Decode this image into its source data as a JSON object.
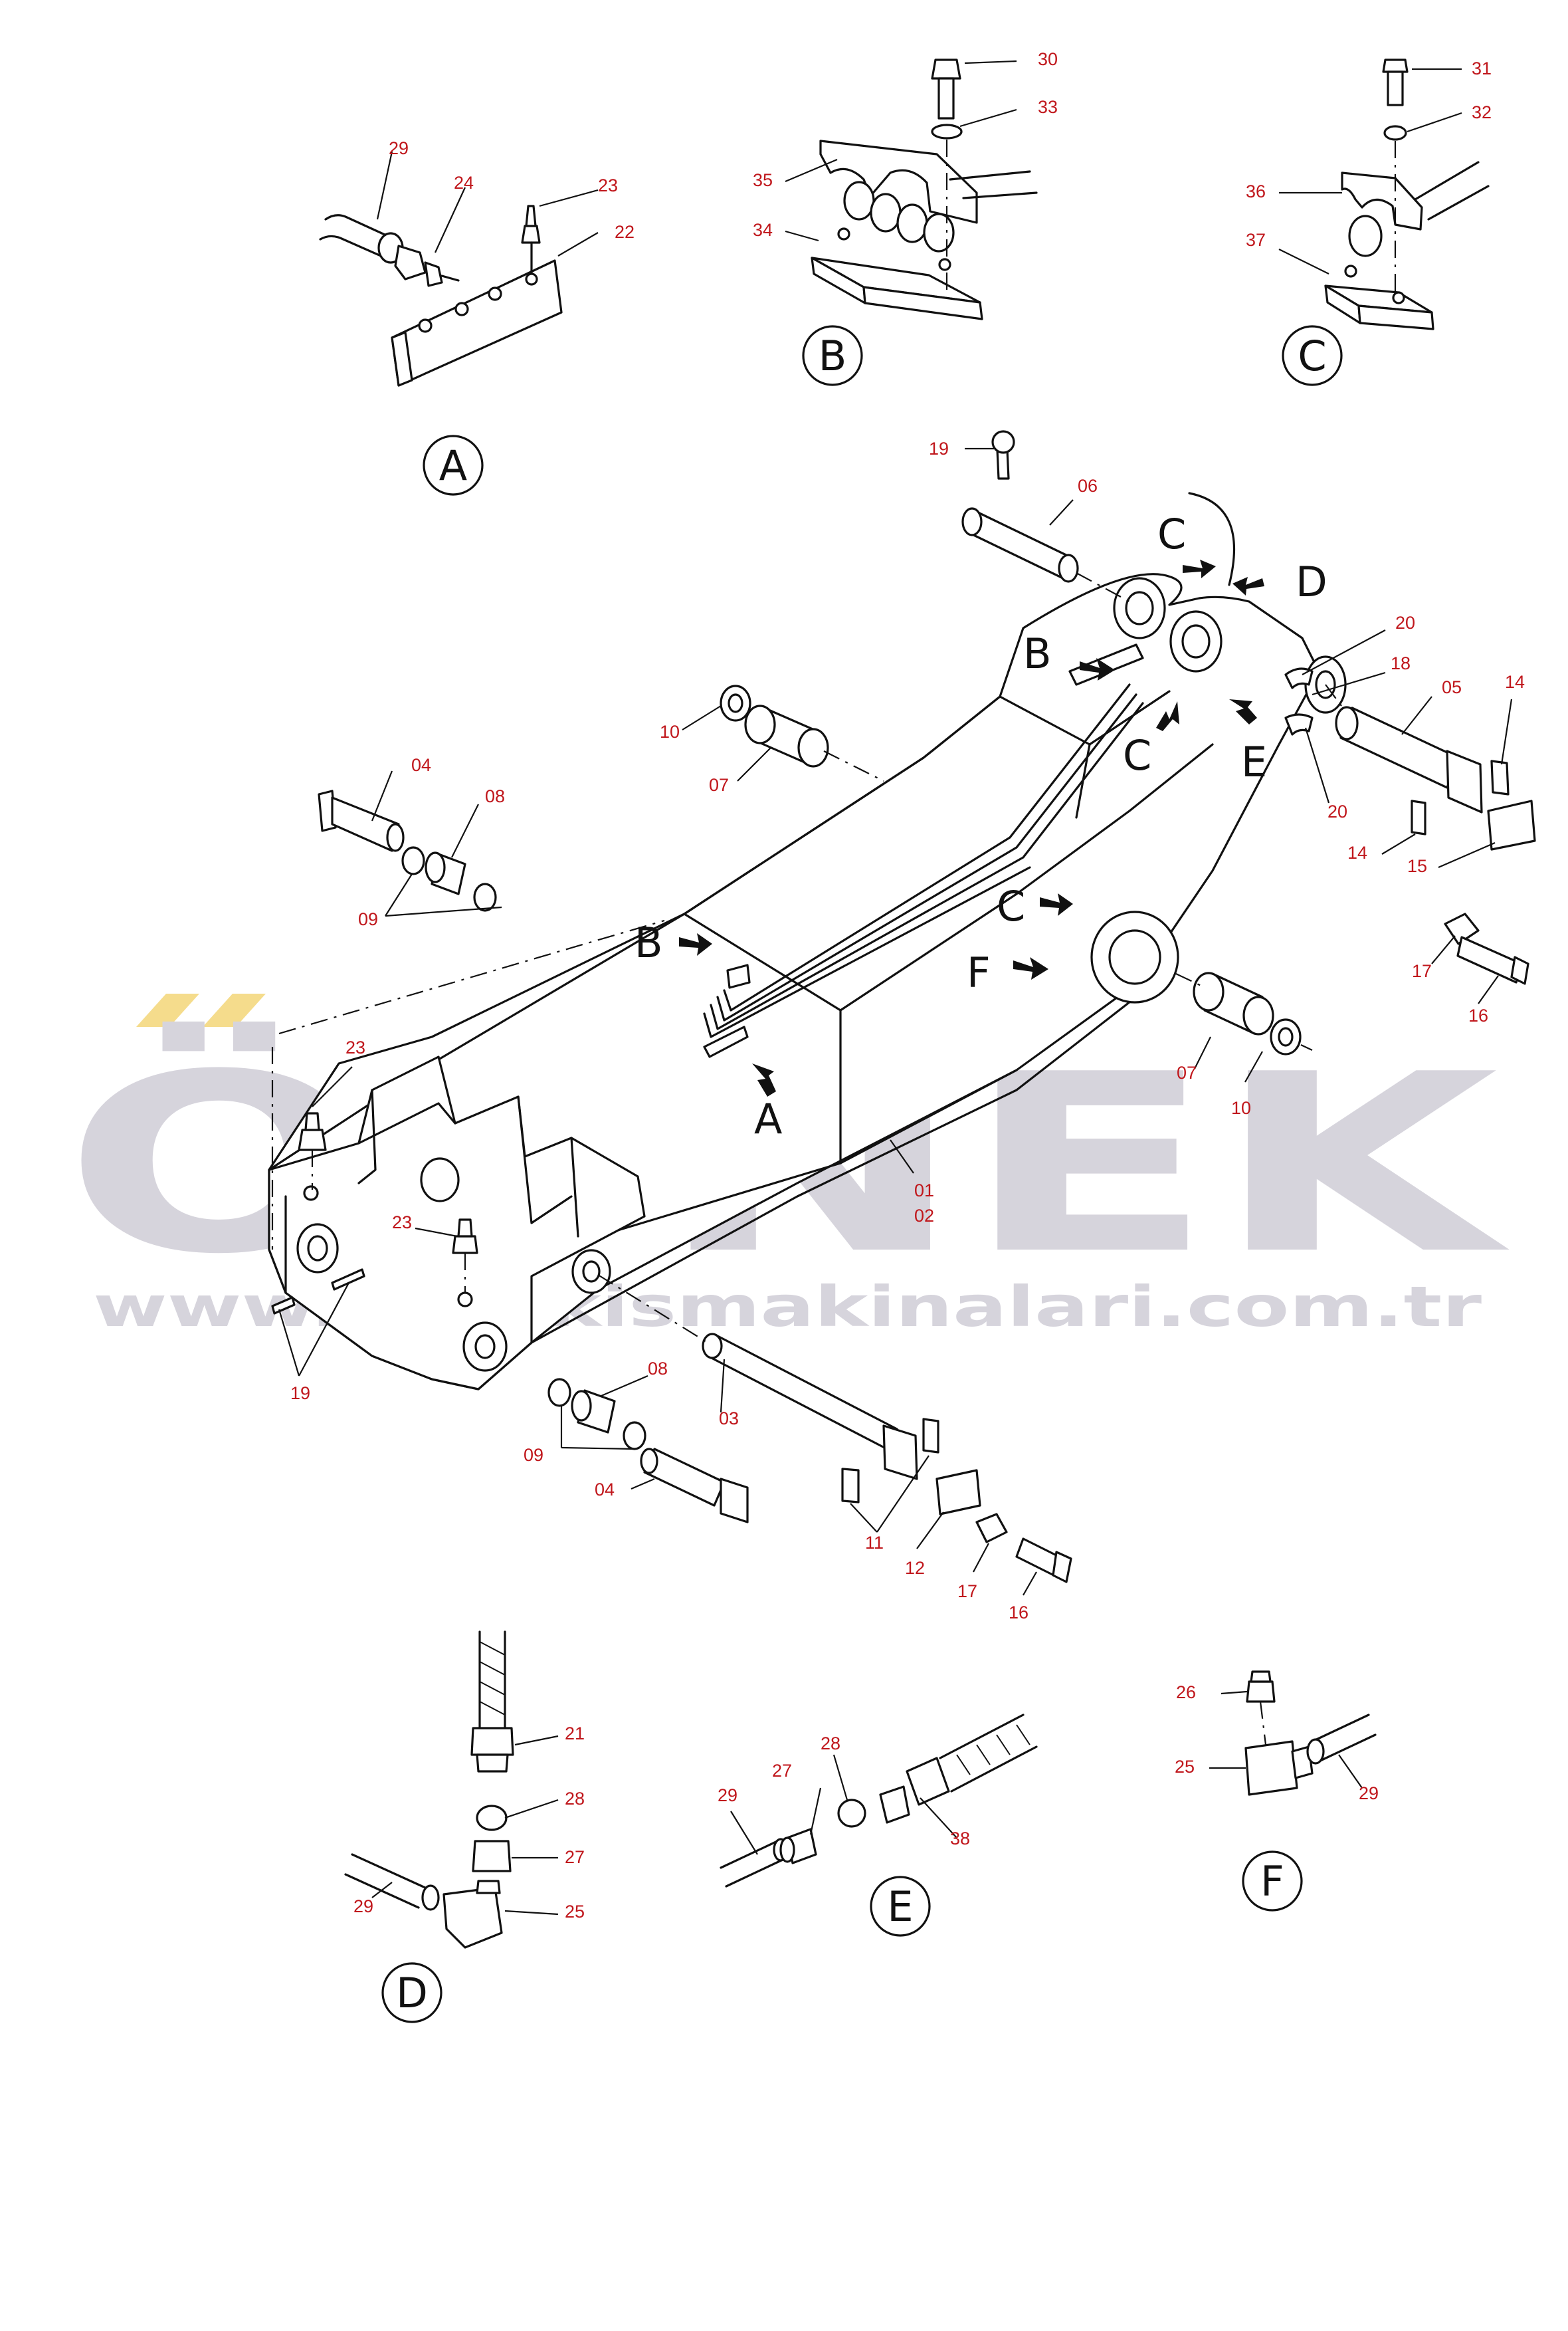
{
  "watermark": {
    "brand": "ÖRNEK",
    "url": "www.ornekismakinalari.com.tr",
    "brand_color": "#d6d4dc",
    "accent_color": "#f5dc8c"
  },
  "callout_color": "#c0171c",
  "callouts": [
    {
      "id": "c29a",
      "text": "29"
    },
    {
      "id": "c24",
      "text": "24"
    },
    {
      "id": "c23a",
      "text": "23"
    },
    {
      "id": "c22",
      "text": "22"
    },
    {
      "id": "c30",
      "text": "30"
    },
    {
      "id": "c33",
      "text": "33"
    },
    {
      "id": "c35",
      "text": "35"
    },
    {
      "id": "c34",
      "text": "34"
    },
    {
      "id": "c31",
      "text": "31"
    },
    {
      "id": "c32",
      "text": "32"
    },
    {
      "id": "c36",
      "text": "36"
    },
    {
      "id": "c37",
      "text": "37"
    },
    {
      "id": "c19a",
      "text": "19"
    },
    {
      "id": "c06",
      "text": "06"
    },
    {
      "id": "c20a",
      "text": "20"
    },
    {
      "id": "c18",
      "text": "18"
    },
    {
      "id": "c05",
      "text": "05"
    },
    {
      "id": "c14a",
      "text": "14"
    },
    {
      "id": "c20b",
      "text": "20"
    },
    {
      "id": "c14b",
      "text": "14"
    },
    {
      "id": "c15",
      "text": "15"
    },
    {
      "id": "c17a",
      "text": "17"
    },
    {
      "id": "c16a",
      "text": "16"
    },
    {
      "id": "c10a",
      "text": "10"
    },
    {
      "id": "c07a",
      "text": "07"
    },
    {
      "id": "c04a",
      "text": "04"
    },
    {
      "id": "c08a",
      "text": "08"
    },
    {
      "id": "c09a",
      "text": "09"
    },
    {
      "id": "c07b",
      "text": "07"
    },
    {
      "id": "c10b",
      "text": "10"
    },
    {
      "id": "c23b",
      "text": "23"
    },
    {
      "id": "c23c",
      "text": "23"
    },
    {
      "id": "c01",
      "text": "01"
    },
    {
      "id": "c02",
      "text": "02"
    },
    {
      "id": "c19b",
      "text": "19"
    },
    {
      "id": "c08b",
      "text": "08"
    },
    {
      "id": "c03",
      "text": "03"
    },
    {
      "id": "c09b",
      "text": "09"
    },
    {
      "id": "c04b",
      "text": "04"
    },
    {
      "id": "c11",
      "text": "11"
    },
    {
      "id": "c12",
      "text": "12"
    },
    {
      "id": "c17b",
      "text": "17"
    },
    {
      "id": "c16b",
      "text": "16"
    },
    {
      "id": "c21",
      "text": "21"
    },
    {
      "id": "c28a",
      "text": "28"
    },
    {
      "id": "c27a",
      "text": "27"
    },
    {
      "id": "c25a",
      "text": "25"
    },
    {
      "id": "c29b",
      "text": "29"
    },
    {
      "id": "c28b",
      "text": "28"
    },
    {
      "id": "c27b",
      "text": "27"
    },
    {
      "id": "c29c",
      "text": "29"
    },
    {
      "id": "c38",
      "text": "38"
    },
    {
      "id": "c26",
      "text": "26"
    },
    {
      "id": "c25b",
      "text": "25"
    },
    {
      "id": "c29d",
      "text": "29"
    }
  ],
  "detail_views": {
    "a": "A",
    "b": "B",
    "c": "C",
    "d": "D",
    "e": "E",
    "f": "F"
  },
  "view_arrows": [
    {
      "id": "arC1",
      "text": "C"
    },
    {
      "id": "arD",
      "text": "D"
    },
    {
      "id": "arB1",
      "text": "B"
    },
    {
      "id": "arC2",
      "text": "C"
    },
    {
      "id": "arE",
      "text": "E"
    },
    {
      "id": "arC3",
      "text": "C"
    },
    {
      "id": "arF",
      "text": "F"
    },
    {
      "id": "arB2",
      "text": "B"
    },
    {
      "id": "arA",
      "text": "A"
    }
  ]
}
